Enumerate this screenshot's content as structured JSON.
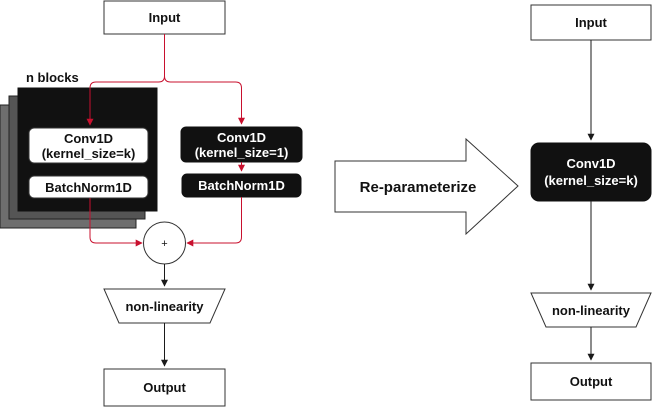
{
  "diagram": {
    "left": {
      "input_label": "Input",
      "n_blocks_label": "n blocks",
      "conv_k": {
        "line1": "Conv1D",
        "line2": "(kernel_size=k)"
      },
      "bn_k": "BatchNorm1D",
      "conv_1": {
        "line1": "Conv1D",
        "line2": "(kernel_size=1)"
      },
      "bn_1": "BatchNorm1D",
      "add_symbol": "+",
      "nonlinearity_label": "non-linearity",
      "output_label": "Output"
    },
    "arrow_label": "Re-parameterize",
    "right": {
      "input_label": "Input",
      "conv": {
        "line1": "Conv1D",
        "line2": "(kernel_size=k)"
      },
      "nonlinearity_label": "non-linearity",
      "output_label": "Output"
    },
    "colors": {
      "branch_arrow": "#c8102e",
      "main_arrow": "#1a1a1a",
      "block_dark": "#111111",
      "block_shadow": "#6e6e6e"
    }
  }
}
